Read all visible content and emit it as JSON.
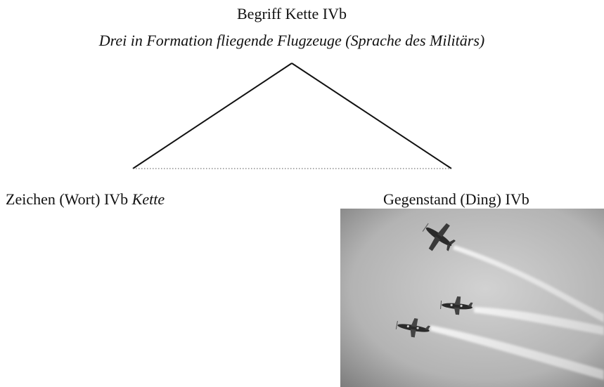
{
  "concept": {
    "title": "Begriff Kette IVb",
    "subtitle": "Drei in Formation fliegende Flugzeuge (Sprache des Militärs)"
  },
  "sign": {
    "label": "Zeichen (Wort) IVb",
    "word": "Kette"
  },
  "object": {
    "label": "Gegenstand (Ding) IVb"
  },
  "photo": {
    "icon": "three-aircraft-formation-photo",
    "palette": [
      "#8c8c8c",
      "#c8c8c8",
      "#f2f2f2",
      "#2a2a2a"
    ]
  }
}
